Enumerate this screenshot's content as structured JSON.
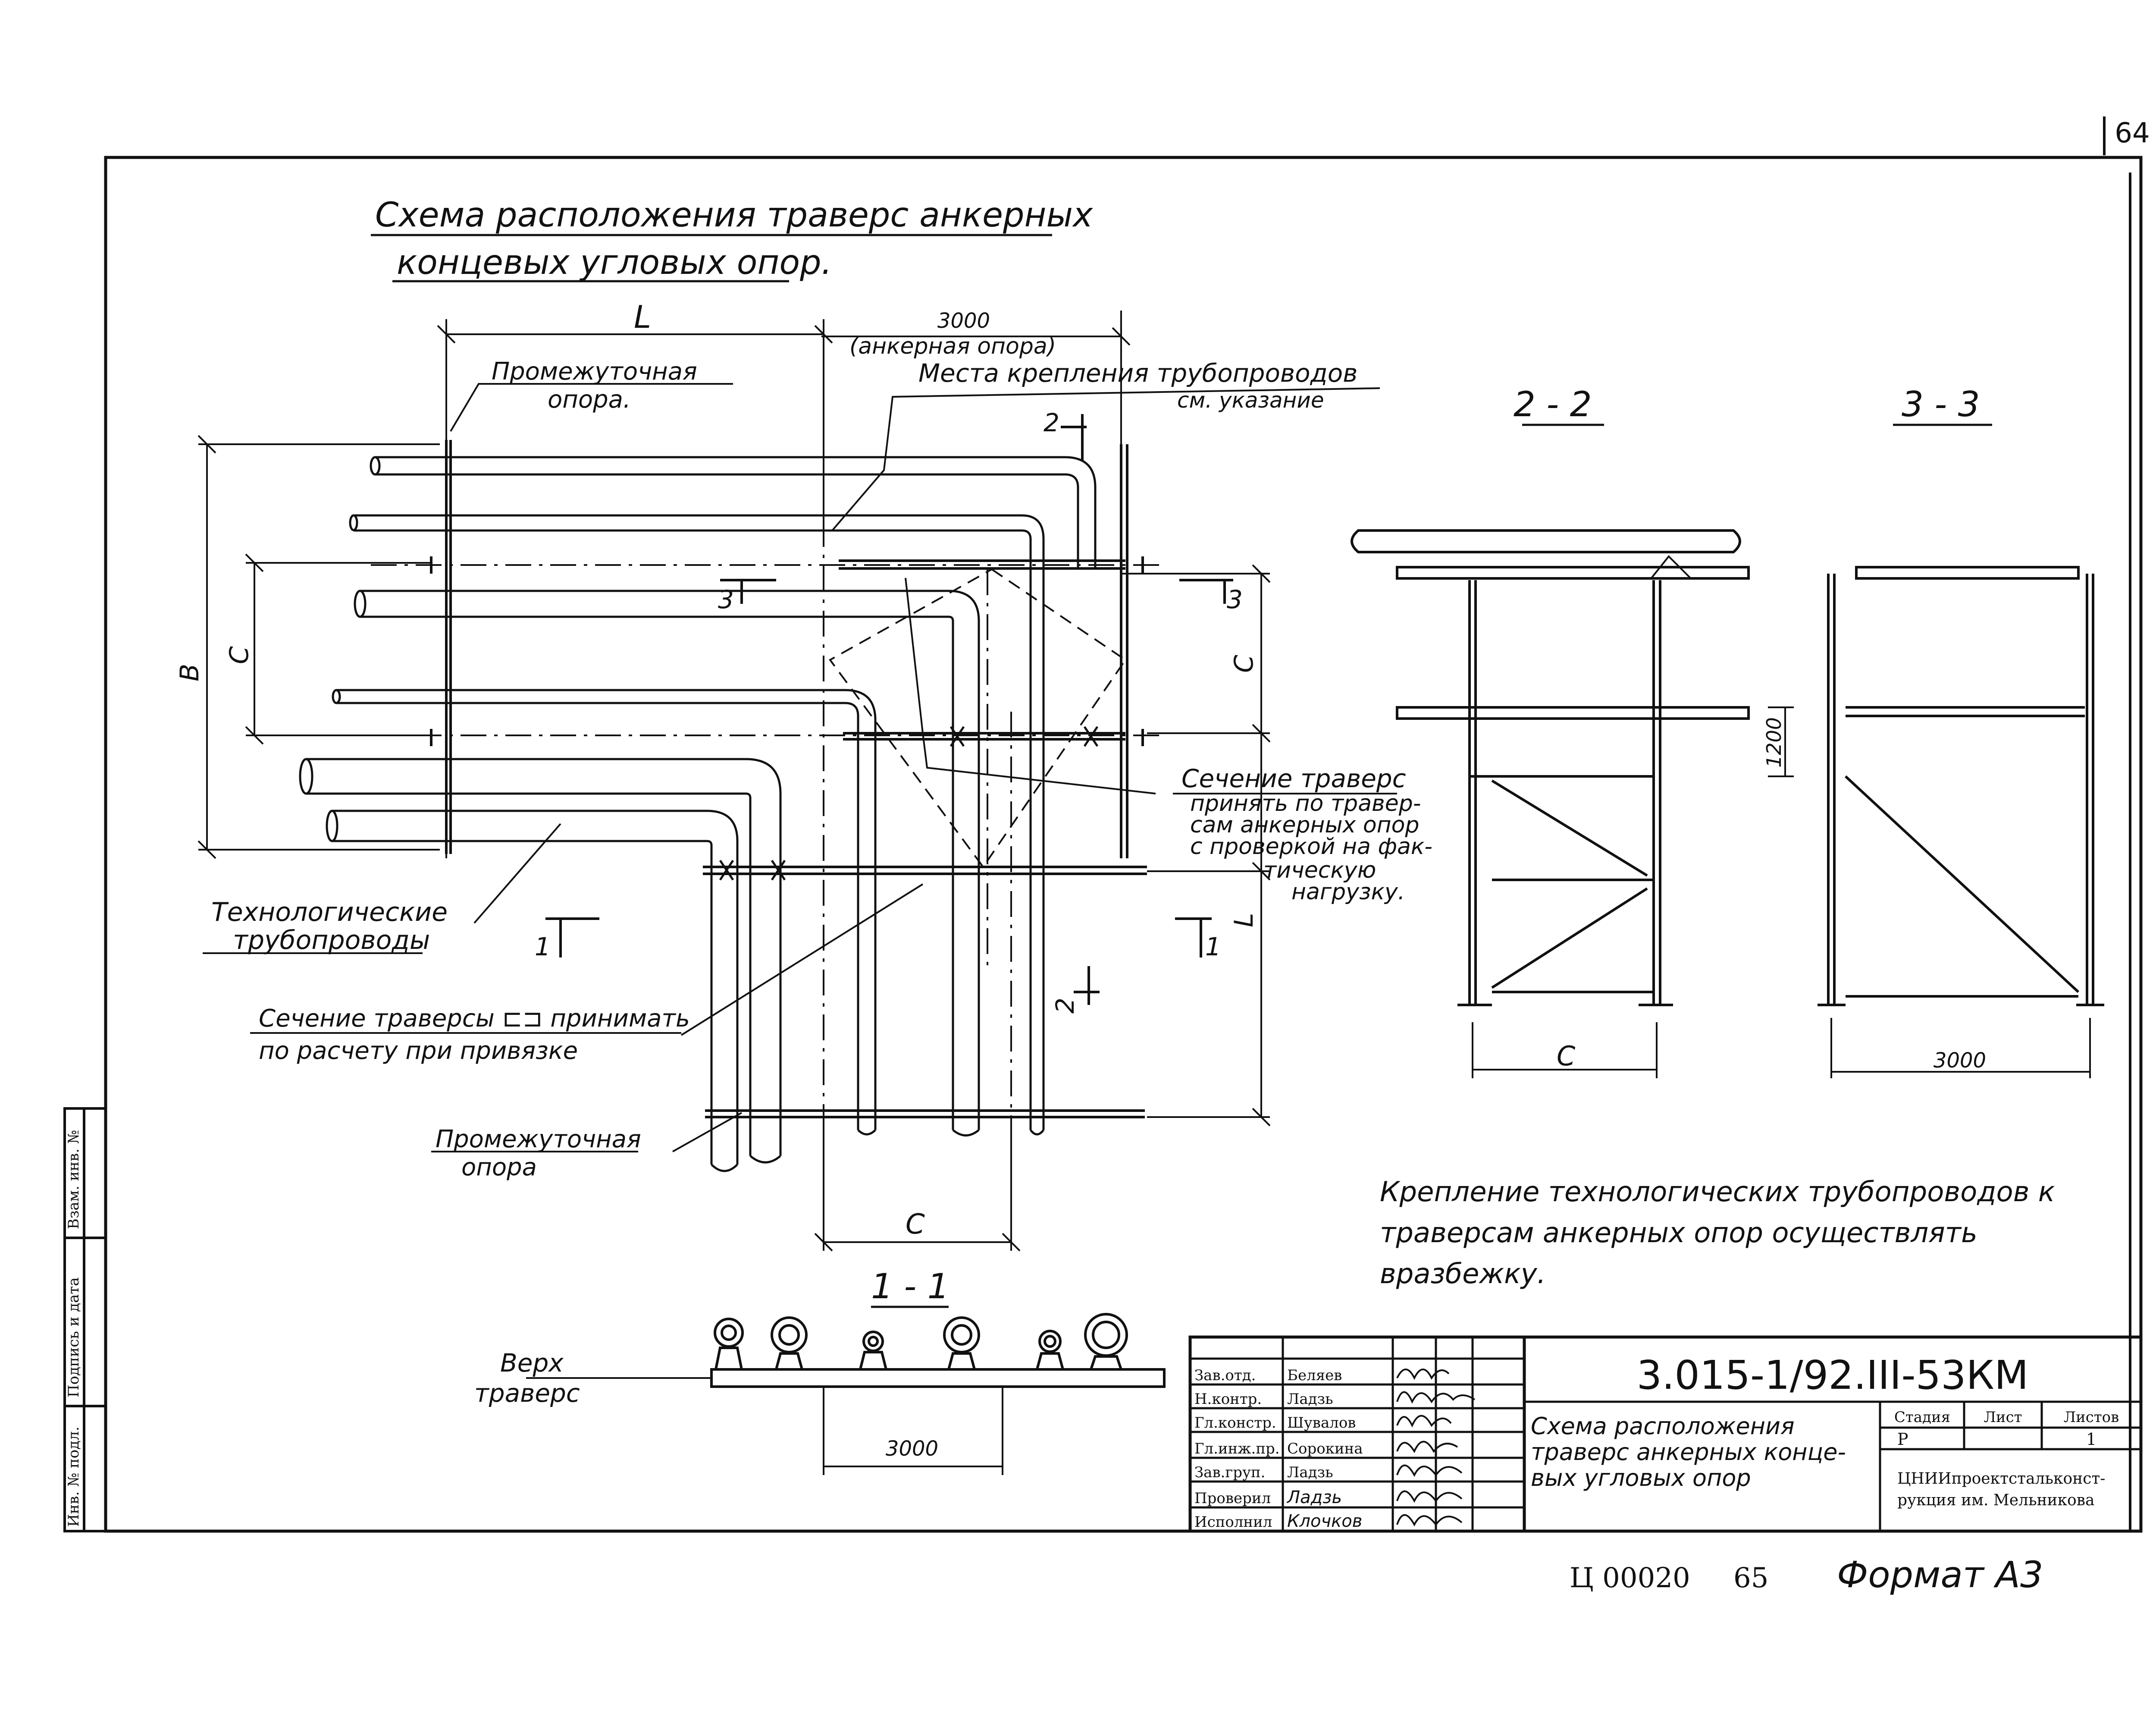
{
  "sheet_number": "64",
  "title": {
    "line1": "Схема расположения траверс анкерных",
    "line2": "концевых угловых опор."
  },
  "plan": {
    "dim_L_top": "L",
    "dim_3000_top": "3000",
    "anchor_support": "(анкерная опора)",
    "pipe_fastening_line1": "Места крепления трубопроводов",
    "pipe_fastening_line2": "см. указание",
    "intermediate_support_top_line1": "Промежуточная",
    "intermediate_support_top_line2": "опора.",
    "dim_B": "B",
    "dim_C_left": "C",
    "dim_C_right": "C",
    "dim_L_right": "L",
    "dim_C_bottom": "C",
    "section_2_top": "2",
    "section_2_bottom": "2",
    "section_3_left": "3",
    "section_3_right": "3",
    "section_1_left": "1",
    "section_1_right": "1",
    "cross_section_note": [
      "Сечение траверс",
      "принять по травер-",
      "сам анкерных опор",
      "с проверкой на фак-",
      "тическую",
      "нагрузку."
    ],
    "tech_pipes_line1": "Технологические",
    "tech_pipes_line2": "трубопроводы",
    "traverse_section_line1": "Сечение траверсы  ⊏⊐  принимать",
    "traverse_section_line2": "по расчету при привязке",
    "intermediate_support_bottom_line1": "Промежуточная",
    "intermediate_support_bottom_line2": "опора"
  },
  "section_2_2": {
    "label": "2 - 2",
    "dim_1200": "1200",
    "dim_C": "C"
  },
  "section_3_3": {
    "label": "3 - 3",
    "dim_3000": "3000"
  },
  "section_1_1": {
    "label": "1 - 1",
    "top_of_traverse_line1": "Верх",
    "top_of_traverse_line2": "траверс",
    "dim_3000": "3000"
  },
  "fastening_note": [
    "Крепление технологических трубопроводов к",
    "траверсам анкерных опор осуществлять",
    "вразбежку."
  ],
  "title_block": {
    "code": "3.015-1/92.III-53КМ",
    "roles": [
      "Зав.отд.",
      "Н.контр.",
      "Гл.констр.",
      "Гл.инж.пр.",
      "Зав.груп.",
      "Проверил",
      "Исполнил"
    ],
    "names": [
      "Беляев",
      "Ладзь",
      "Шувалов",
      "Сорокина",
      "Ладзь",
      "Ладзь",
      "Клочков"
    ],
    "drawing_title": [
      "Схема расположения",
      "траверс анкерных конце-",
      "вых угловых опор"
    ],
    "stage_label": "Стадия",
    "sheet_label": "Лист",
    "sheets_label": "Листов",
    "stage_value": "Р",
    "sheets_value": "1",
    "organization": [
      "ЦНИИпроектстальконст-",
      "рукция им. Мельникова"
    ]
  },
  "side_stamp": [
    "Инв. № подл.",
    "Подпись и дата",
    "Взам. инв. №"
  ],
  "footer": {
    "code": "Ц 00020",
    "page": "65",
    "format": "Формат А3"
  }
}
